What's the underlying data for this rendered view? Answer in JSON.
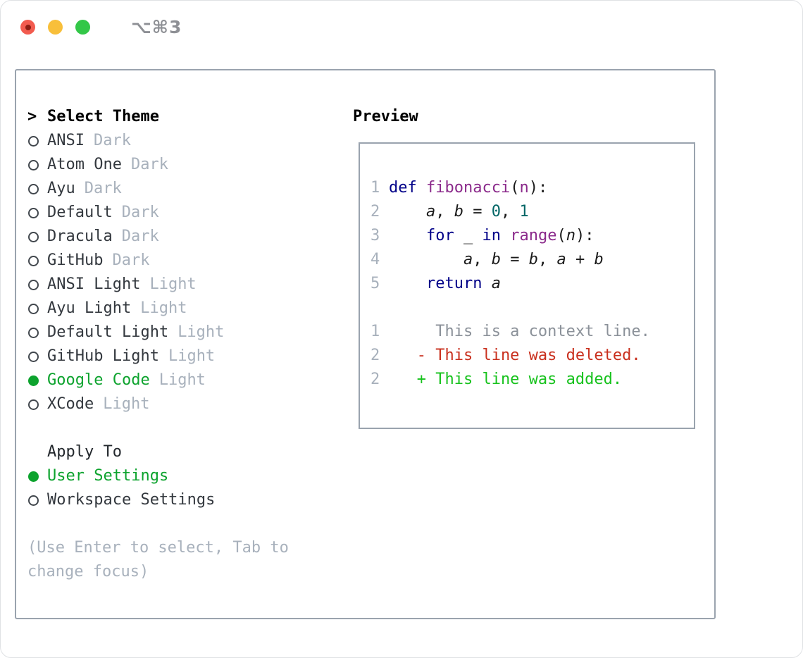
{
  "window": {
    "title": "⌥⌘3"
  },
  "theme_panel": {
    "header_marker": ">",
    "header": "Select Theme",
    "items": [
      {
        "label": "ANSI",
        "variant": "Dark",
        "selected": false
      },
      {
        "label": "Atom One",
        "variant": "Dark",
        "selected": false
      },
      {
        "label": "Ayu",
        "variant": "Dark",
        "selected": false
      },
      {
        "label": "Default",
        "variant": "Dark",
        "selected": false
      },
      {
        "label": "Dracula",
        "variant": "Dark",
        "selected": false
      },
      {
        "label": "GitHub",
        "variant": "Dark",
        "selected": false
      },
      {
        "label": "ANSI Light",
        "variant": "Light",
        "selected": false
      },
      {
        "label": "Ayu Light",
        "variant": "Light",
        "selected": false
      },
      {
        "label": "Default Light",
        "variant": "Light",
        "selected": false
      },
      {
        "label": "GitHub Light",
        "variant": "Light",
        "selected": false
      },
      {
        "label": "Google Code",
        "variant": "Light",
        "selected": true
      },
      {
        "label": "XCode",
        "variant": "Light",
        "selected": false
      }
    ],
    "apply_to": {
      "header": "Apply To",
      "options": [
        {
          "label": "User Settings",
          "selected": true
        },
        {
          "label": "Workspace Settings",
          "selected": false
        }
      ]
    },
    "hint_line1": "(Use Enter to select, Tab to",
    "hint_line2": "change focus)"
  },
  "preview": {
    "title": "Preview",
    "lines": [
      {
        "n": "1",
        "segs": [
          {
            "c": "kw",
            "t": "def"
          },
          {
            "c": "pl",
            "t": " "
          },
          {
            "c": "fn",
            "t": "fibonacci"
          },
          {
            "c": "pl",
            "t": "("
          },
          {
            "c": "fn",
            "t": "n"
          },
          {
            "c": "pl",
            "t": "):"
          }
        ]
      },
      {
        "n": "2",
        "segs": [
          {
            "c": "pl",
            "t": "    "
          },
          {
            "c": "var",
            "t": "a"
          },
          {
            "c": "pl",
            "t": ", "
          },
          {
            "c": "var",
            "t": "b"
          },
          {
            "c": "pl",
            "t": " = "
          },
          {
            "c": "num",
            "t": "0"
          },
          {
            "c": "pl",
            "t": ", "
          },
          {
            "c": "num",
            "t": "1"
          }
        ]
      },
      {
        "n": "3",
        "segs": [
          {
            "c": "pl",
            "t": "    "
          },
          {
            "c": "kw",
            "t": "for"
          },
          {
            "c": "pl",
            "t": " _ "
          },
          {
            "c": "kw",
            "t": "in"
          },
          {
            "c": "pl",
            "t": " "
          },
          {
            "c": "fn",
            "t": "range"
          },
          {
            "c": "pl",
            "t": "("
          },
          {
            "c": "var",
            "t": "n"
          },
          {
            "c": "pl",
            "t": "):"
          }
        ]
      },
      {
        "n": "4",
        "segs": [
          {
            "c": "pl",
            "t": "        "
          },
          {
            "c": "var",
            "t": "a"
          },
          {
            "c": "pl",
            "t": ", "
          },
          {
            "c": "var",
            "t": "b"
          },
          {
            "c": "pl",
            "t": " = "
          },
          {
            "c": "var",
            "t": "b"
          },
          {
            "c": "pl",
            "t": ", "
          },
          {
            "c": "var",
            "t": "a"
          },
          {
            "c": "pl",
            "t": " + "
          },
          {
            "c": "var",
            "t": "b"
          }
        ]
      },
      {
        "n": "5",
        "segs": [
          {
            "c": "pl",
            "t": "    "
          },
          {
            "c": "kw",
            "t": "return"
          },
          {
            "c": "pl",
            "t": " "
          },
          {
            "c": "var",
            "t": "a"
          }
        ]
      },
      {
        "n": "",
        "segs": []
      },
      {
        "n": "1",
        "segs": [
          {
            "c": "ctx",
            "t": "     This is a context line."
          }
        ]
      },
      {
        "n": "2",
        "segs": [
          {
            "c": "del",
            "t": "   - This line was deleted."
          }
        ]
      },
      {
        "n": "2",
        "segs": [
          {
            "c": "add",
            "t": "   + This line was added."
          }
        ]
      }
    ]
  },
  "colors": {
    "accent_green": "#0da32e",
    "text_dark": "#33383e",
    "text_gray": "#a8b1bc",
    "border_gray": "#9aa3ae",
    "keyword_blue": "#000088",
    "function_purple": "#8b2a8b",
    "number_teal": "#006666",
    "code_plain": "#1a1a1a",
    "context_gray": "#8b9199",
    "deleted_red": "#c9301e",
    "added_green": "#17c21d",
    "titlebar_gray": "#8e9095",
    "close_red": "#f25b4f",
    "close_red_dot": "#8c1d13",
    "minimize_yellow": "#f8bf3a",
    "zoom_green": "#33c748"
  }
}
